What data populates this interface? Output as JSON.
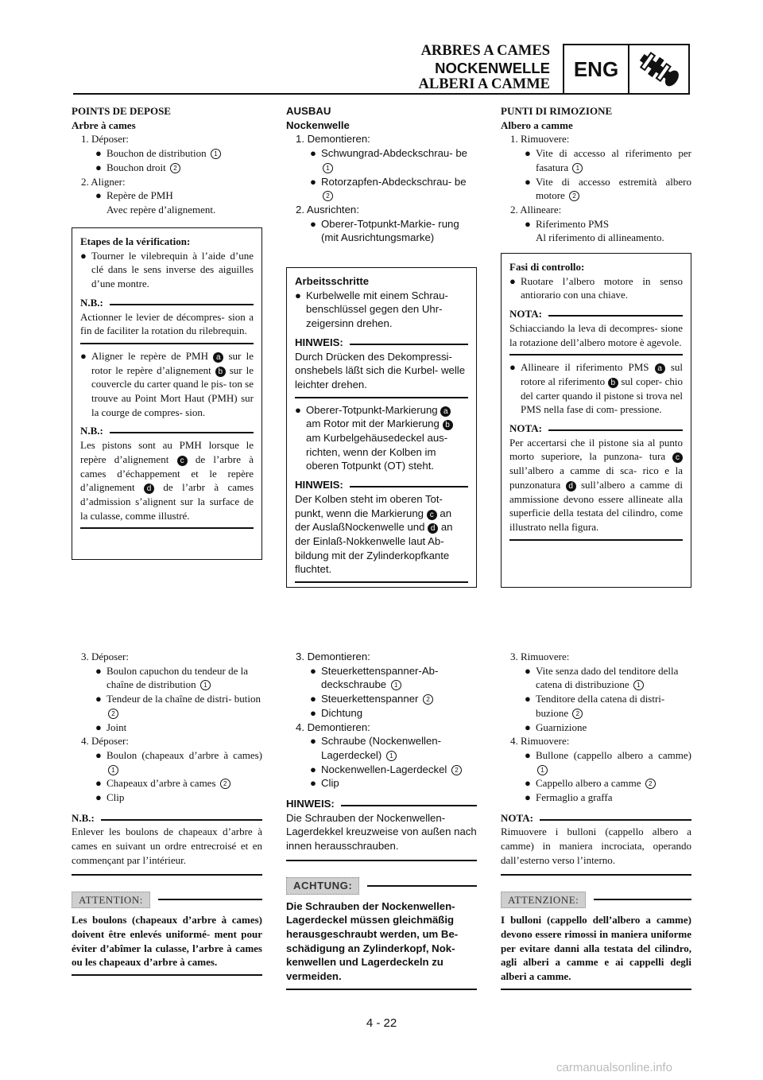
{
  "header": {
    "line1": "ARBRES A CAMES",
    "line2": "NOCKENWELLE",
    "line3": "ALBERI A CAMME",
    "badge": "ENG",
    "badge_icon": "camshaft-icon"
  },
  "fr": {
    "title": "POINTS DE DEPOSE",
    "subtitle": "Arbre à cames",
    "s1": "1. Déposer:",
    "s1a": "Bouchon de distribution",
    "s1b": "Bouchon droit",
    "s2": "2. Aligner:",
    "s2a": "Repère de PMH",
    "s2a2": "Avec repère d’alignement.",
    "box": {
      "title": "Etapes de la vérification:",
      "b1": "Tourner le vilebrequin à l’aide d’une clé dans le sens inverse des aiguilles d’une montre.",
      "note1_label": "N.B.:",
      "note1": "Actionner le levier de décompres- sion a fin de faciliter la rotation du rilebrequin.",
      "b2_pre": "Aligner le repère de PMH",
      "b2_mid": "sur le rotor le repère d’alignement",
      "b2_post": "sur le couvercle du carter quand le pis- ton se trouve au Point Mort Haut (PMH) sur la courge de compres- sion.",
      "note2_label": "N.B.:",
      "note2_pre": "Les pistons sont au PMH lorsque le repère d’alignement",
      "note2_mid": "de l’arbre à cames d’échappement et le repère d’alignement",
      "note2_post": "de l’arbr à cames d’admission s’alignent sur la surface de la culasse, comme illustré."
    },
    "s3": "3. Déposer:",
    "s3a": "Boulon capuchon du tendeur de la chaîne de distribution",
    "s3b": "Tendeur de la chaîne de distri- bution",
    "s3c": "Joint",
    "s4": "4. Déposer:",
    "s4a": "Boulon (chapeaux d’arbre à cames)",
    "s4b": "Chapeaux d’arbre à cames",
    "s4c": "Clip",
    "note3_label": "N.B.:",
    "note3": "Enlever les boulons de chapeaux d’arbre à cames en suivant un ordre entrecroisé et en commençant par l’intérieur.",
    "warn_label": "ATTENTION:",
    "warn": "Les boulons (chapeaux d’arbre à cames) doivent être enlevés uniformé- ment pour éviter d’abîmer la culasse, l’arbre à cames ou les chapeaux d’arbre à cames."
  },
  "de": {
    "title": "AUSBAU",
    "subtitle": "Nockenwelle",
    "s1": "1. Demontieren:",
    "s1a": "Schwungrad-Abdeckschrau- be",
    "s1b": "Rotorzapfen-Abdeckschrau- be",
    "s2": "2. Ausrichten:",
    "s2a": "Oberer-Totpunkt-Markie- rung",
    "s2a2": "(mit Ausrichtungsmarke)",
    "box": {
      "title": "Arbeitsschritte",
      "b1": "Kurbelwelle mit einem Schrau- benschlüssel gegen den Uhr- zeigersinn drehen.",
      "note1_label": "HINWEIS:",
      "note1": "Durch Drücken des Dekompressi- onshebels läßt sich die Kurbel- welle leichter drehen.",
      "b2_pre": "Oberer-Totpunkt-Markierung",
      "b2_mid": "am Rotor mit der Markierung",
      "b2_post": "am Kurbelgehäusedeckel aus- richten, wenn der Kolben im oberen Totpunkt (OT) steht.",
      "note2_label": "HINWEIS:",
      "note2_pre": "Der Kolben steht im oberen Tot- punkt, wenn die Markierung",
      "note2_mid": "an der AuslaßNockenwelle und",
      "note2_post": "an der Einlaß-Nokkenwelle laut Ab- bildung mit der Zylinderkopfkante fluchtet."
    },
    "s3": "3. Demontieren:",
    "s3a": "Steuerkettenspanner-Ab- deckschraube",
    "s3b": "Steuerkettenspanner",
    "s3c": "Dichtung",
    "s4": "4. Demontieren:",
    "s4a": "Schraube (Nockenwellen- Lagerdeckel)",
    "s4b": "Nockenwellen-Lagerdeckel",
    "s4c": "Clip",
    "note3_label": "HINWEIS:",
    "note3": "Die Schrauben der Nockenwellen- Lagerdekkel kreuzweise von außen nach innen herausschrauben.",
    "warn_label": "ACHTUNG:",
    "warn": "Die Schrauben der Nockenwellen- Lagerdeckel müssen gleichmäßig herausgeschraubt werden, um Be- schädigung an Zylinderkopf, Nok- kenwellen und Lagerdeckeln zu vermeiden."
  },
  "it": {
    "title": "PUNTI DI RIMOZIONE",
    "subtitle": "Albero a camme",
    "s1": "1. Rimuovere:",
    "s1a": "Vite di accesso al riferimento per fasatura",
    "s1b": "Vite di accesso estremità albero motore",
    "s2": "2. Allineare:",
    "s2a": "Riferimento PMS",
    "s2a2": "Al riferimento di allineamento.",
    "box": {
      "title": "Fasi di controllo:",
      "b1": "Ruotare l’albero motore in senso antiorario con una chiave.",
      "note1_label": "NOTA:",
      "note1": "Schiacciando la leva di decompres- sione la rotazione dell’albero motore è agevole.",
      "b2_pre": "Allineare il riferimento PMS",
      "b2_mid": "sul rotore al riferimento",
      "b2_post": "sul coper- chio del carter quando il pistone si trova nel PMS nella fase di com- pressione.",
      "note2_label": "NOTA:",
      "note2_pre": "Per accertarsi che il pistone sia al punto morto superiore, la punzona- tura",
      "note2_mid": "sull’albero a camme di sca- rico e la punzonatura",
      "note2_post": "sull’albero a camme di ammissione devono essere allineate alla superficie della testata del cilindro, come illustrato nella figura."
    },
    "s3": "3. Rimuovere:",
    "s3a": "Vite senza dado del tenditore della catena di distribuzione",
    "s3b": "Tenditore della catena di distri- buzione",
    "s3c": "Guarnizione",
    "s4": "4. Rimuovere:",
    "s4a": "Bullone (cappello albero a camme)",
    "s4b": "Cappello albero a camme",
    "s4c": "Fermaglio a graffa",
    "note3_label": "NOTA:",
    "note3": "Rimuovere i bulloni (cappello albero a camme) in maniera incrociata, operando dall’esterno verso l’interno.",
    "warn_label": "ATTENZIONE:",
    "warn": "I bulloni (cappello dell’albero a camme) devono essere rimossi in maniera uniforme per evitare danni alla testata del cilindro, agli alberi a camme e ai cappelli degli alberi a camme."
  },
  "markers": {
    "one": "1",
    "two": "2",
    "a": "a",
    "b": "b",
    "c": "c",
    "d": "d"
  },
  "footer": {
    "page": "4 - 22",
    "watermark": "carmanualsonline.info"
  }
}
